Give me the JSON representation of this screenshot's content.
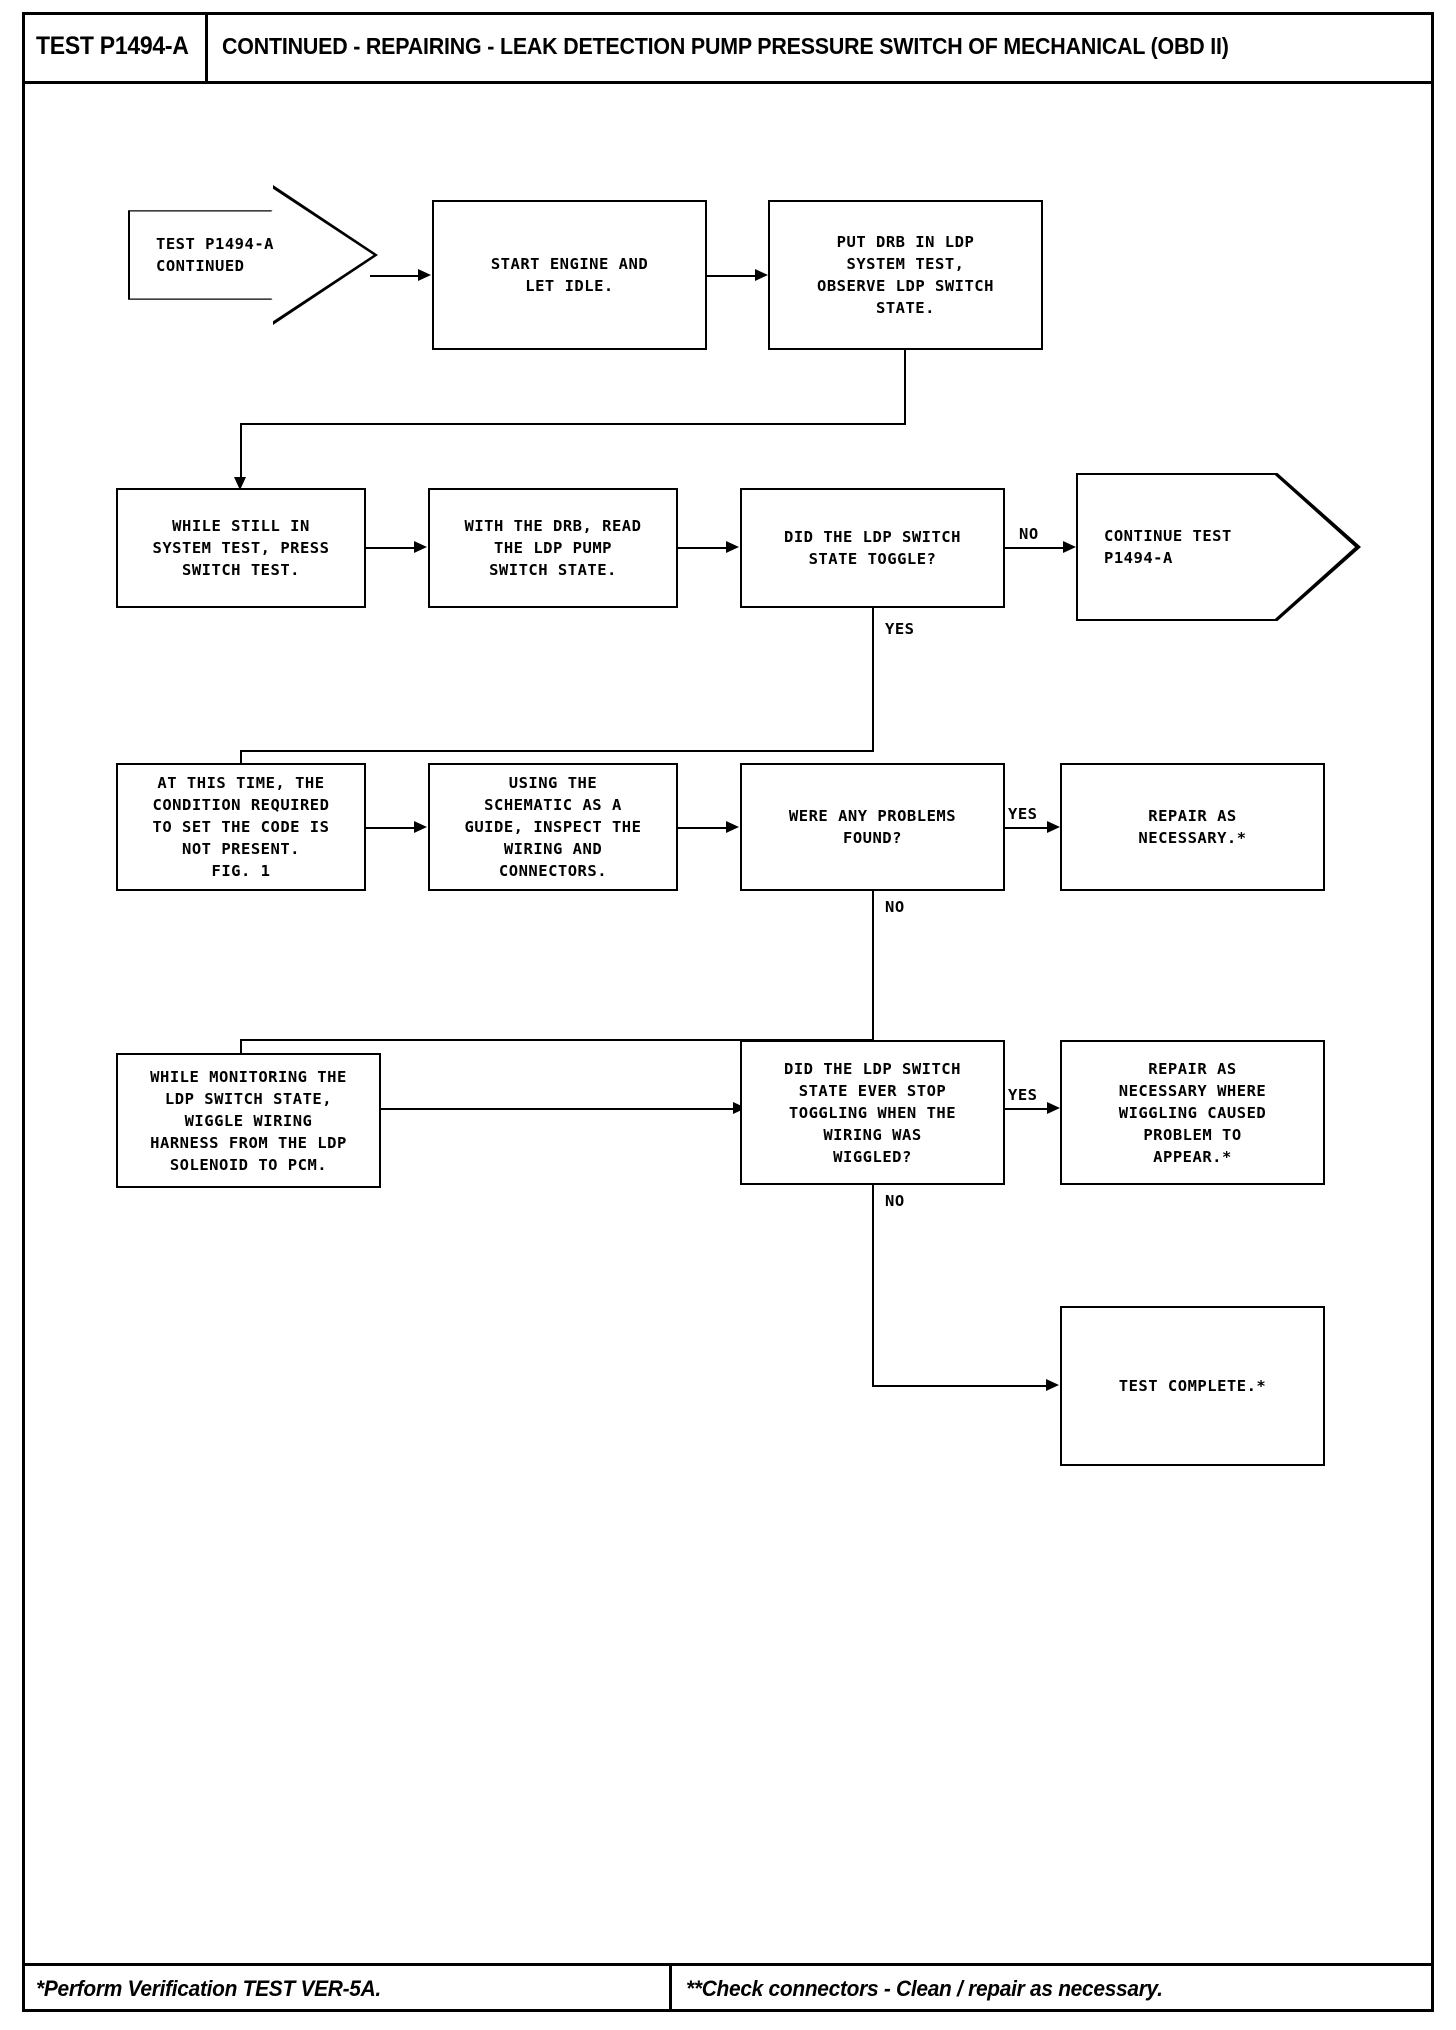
{
  "header": {
    "test_code": "TEST P1494-A",
    "title": "CONTINUED - REPAIRING - LEAK DETECTION PUMP PRESSURE SWITCH OF MECHANICAL (OBD II)"
  },
  "footer": {
    "left_note": "*Perform Verification TEST VER-5A.",
    "right_note": "**Check connectors - Clean / repair as necessary."
  },
  "flow": {
    "nodes": {
      "start": "TEST P1494-A\nCONTINUED",
      "start_engine": "START ENGINE AND\nLET IDLE.",
      "put_drb": "PUT DRB IN LDP\nSYSTEM TEST,\nOBSERVE LDP SWITCH\nSTATE.",
      "press_switch_test": "WHILE STILL IN\nSYSTEM TEST, PRESS\nSWITCH TEST.",
      "read_switch_state": "WITH THE DRB, READ\nTHE LDP PUMP\nSWITCH STATE.",
      "toggle_question": "DID THE LDP SWITCH\nSTATE TOGGLE?",
      "continue_test": "CONTINUE TEST\nP1494-A",
      "condition_not_present": "AT THIS TIME, THE\nCONDITION REQUIRED\nTO SET THE CODE IS\nNOT PRESENT.\nFIG. 1",
      "inspect_wiring": "USING THE\nSCHEMATIC AS A\nGUIDE, INSPECT THE\nWIRING AND\nCONNECTORS.",
      "problems_question": "WERE ANY PROBLEMS\nFOUND?",
      "repair_necessary": "REPAIR AS\nNECESSARY.*",
      "wiggle_harness": "WHILE MONITORING THE\nLDP SWITCH STATE,\nWIGGLE WIRING\nHARNESS FROM THE LDP\nSOLENOID TO PCM.",
      "wiggle_question": "DID THE LDP SWITCH\nSTATE EVER STOP\nTOGGLING WHEN THE\nWIRING WAS\nWIGGLED?",
      "repair_wiggle": "REPAIR AS\nNECESSARY WHERE\nWIGGLING CAUSED\nPROBLEM TO\nAPPEAR.*",
      "test_complete": "TEST COMPLETE.*"
    },
    "edge_labels": {
      "toggle_no": "NO",
      "toggle_yes": "YES",
      "problems_yes": "YES",
      "problems_no": "NO",
      "wiggle_yes": "YES",
      "wiggle_no": "NO"
    }
  }
}
